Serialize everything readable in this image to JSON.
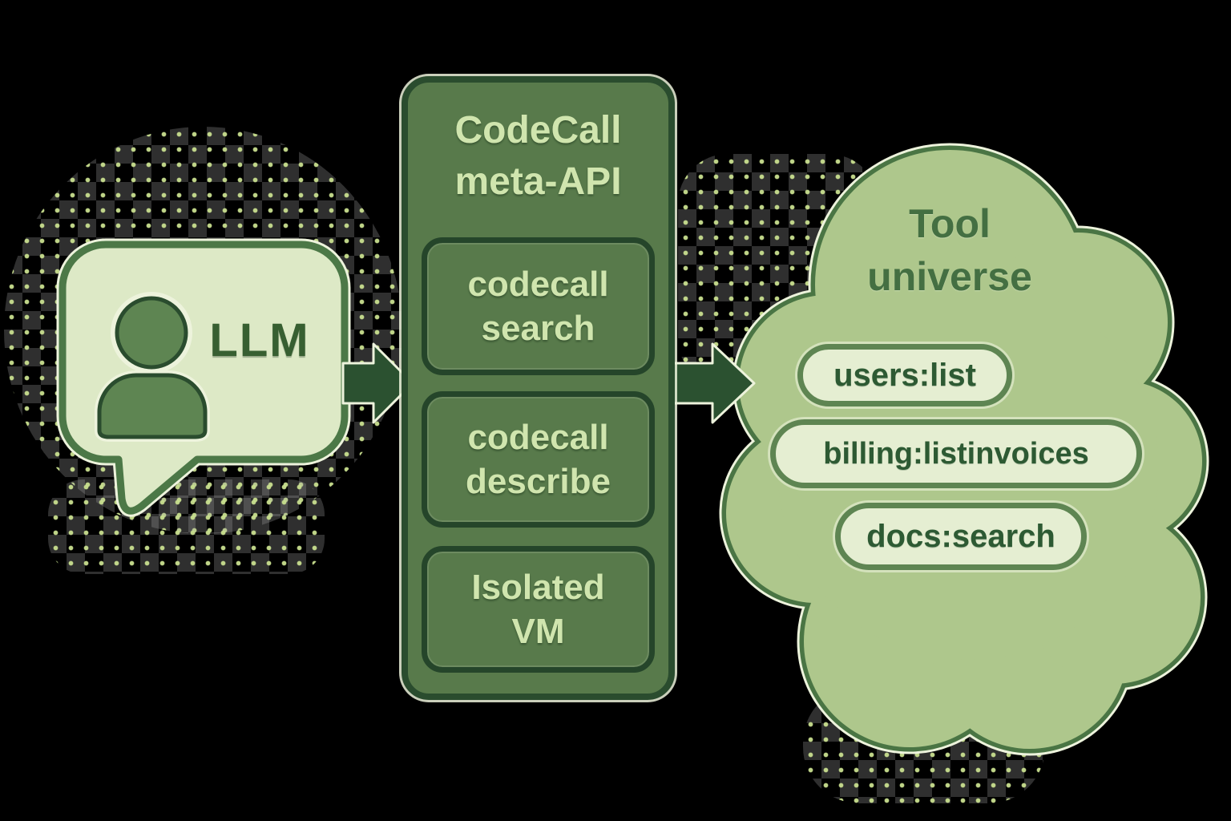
{
  "llm_bubble": {
    "label": "LLM",
    "icon": "user-icon"
  },
  "meta_api_panel": {
    "title_line1": "CodeCall",
    "title_line2": "meta-API",
    "cells": [
      {
        "line1": "codecall",
        "line2": "search"
      },
      {
        "line1": "codecall",
        "line2": "describe"
      },
      {
        "line1": "Isolated",
        "line2": "VM"
      }
    ]
  },
  "tool_universe": {
    "title_line1": "Tool",
    "title_line2": "universe",
    "tools": [
      {
        "label": "users:list"
      },
      {
        "label": "billing:listinvoices"
      },
      {
        "label": "docs:search"
      }
    ]
  },
  "colors": {
    "background": "#000000",
    "halo": "#edf3dc",
    "halftone_dot": "#c9e08f",
    "bubble_fill": "#dde9c6",
    "bubble_border": "#4c7847",
    "icon_fill": "#5e8552",
    "panel_fill": "#587a4b",
    "panel_border": "#2a4c2e",
    "cell_border": "#25452a",
    "light_text": "#d0e5ae",
    "dark_text": "#375f31",
    "cloud_fill": "#aec78c",
    "cloud_border": "#4a7544",
    "cloud_text": "#446f42",
    "pill_fill": "#e5eed2",
    "pill_border": "#5e8552",
    "pill_text": "#2d5a33",
    "arrow": "#2b5130"
  }
}
